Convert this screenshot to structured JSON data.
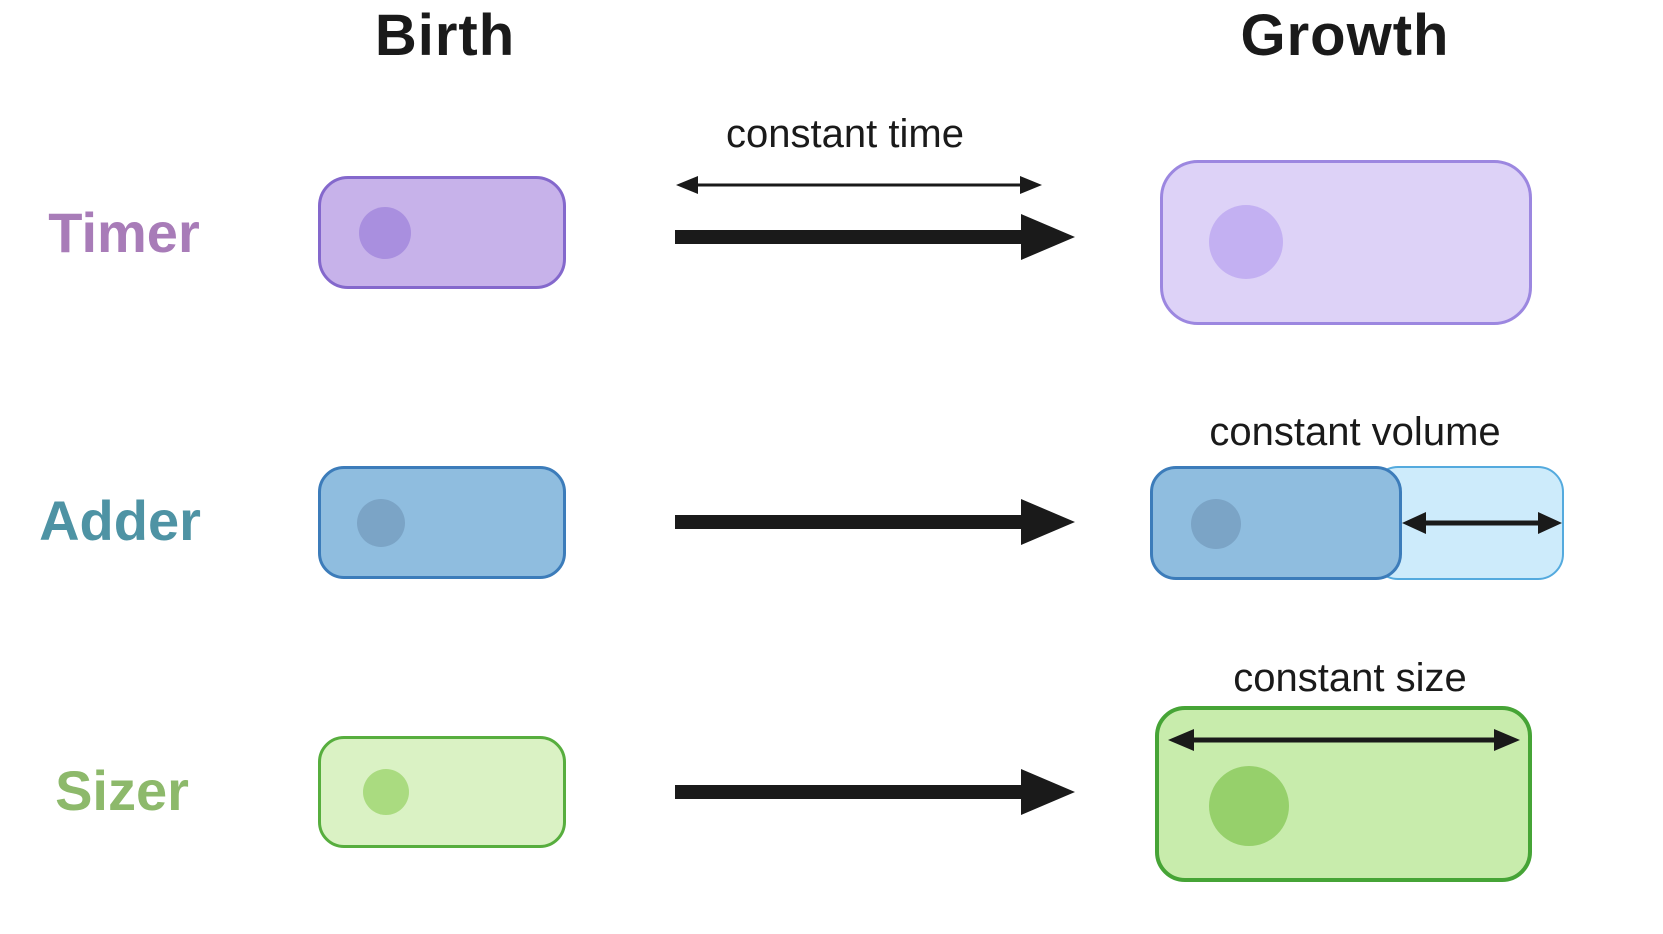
{
  "headers": {
    "birth": "Birth",
    "growth": "Growth"
  },
  "rows": {
    "timer": {
      "label": "Timer",
      "annotation": "constant time",
      "label_color": "#a87cb8",
      "birth_cell": {
        "fill": "#c7b2ea",
        "border": "#8468cc",
        "nucleus": "#a98fdf"
      },
      "growth_cell": {
        "fill": "#ddd2f7",
        "border": "#9c87e0",
        "nucleus": "#c3b0f2"
      }
    },
    "adder": {
      "label": "Adder",
      "annotation": "constant volume",
      "label_color": "#4e93a4",
      "birth_cell": {
        "fill": "#8fbddf",
        "border": "#3c7cba",
        "nucleus": "#7ba4c6"
      },
      "growth_cell": {
        "fill": "#8fbddf",
        "border": "#3c7cba",
        "nucleus": "#7ba4c6"
      },
      "added_segment": {
        "fill": "#cdebfb",
        "border": "#54aade"
      }
    },
    "sizer": {
      "label": "Sizer",
      "annotation": "constant size",
      "label_color": "#8db96b",
      "birth_cell": {
        "fill": "#daf2c4",
        "border": "#57ae3e",
        "nucleus": "#aadb80"
      },
      "growth_cell": {
        "fill": "#c8ecac",
        "border": "#46a436",
        "nucleus": "#96d06b"
      }
    },
    "arrow_color": "#1a1a1a"
  }
}
